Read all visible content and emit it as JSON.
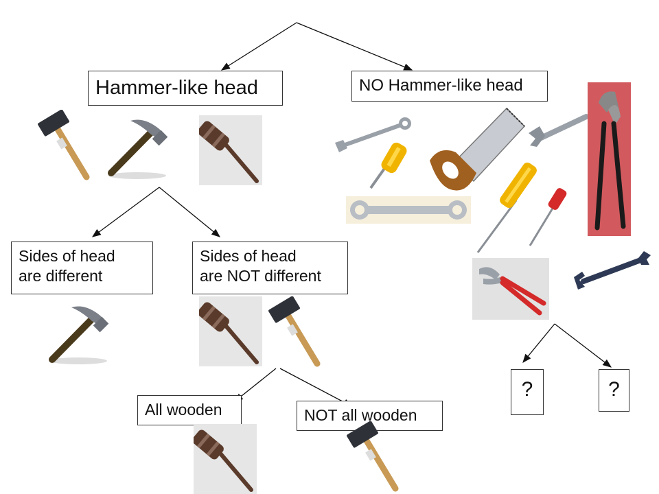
{
  "nodes": {
    "root_left": "Hammer-like head",
    "root_right": "NO Hammer-like head",
    "left_left_line1": "Sides of head",
    "left_left_line2": "are different",
    "left_right_line1": "Sides of head",
    "left_right_line2": "are NOT different",
    "leaf_wooden": "All wooden",
    "leaf_not_wooden": "NOT all wooden",
    "q1": "?",
    "q2": "?"
  },
  "image_icons": [
    "mallet-icon",
    "claw-hammer-icon",
    "gavel-icon",
    "combination-wrench-icon",
    "screwdriver-icon",
    "hand-saw-icon",
    "adjustable-wrench-icon",
    "pliers-icon",
    "box-wrench-icon",
    "long-screwdriver-icon",
    "small-screwdriver-icon",
    "slip-joint-pliers-icon",
    "open-end-wrench-icon"
  ]
}
